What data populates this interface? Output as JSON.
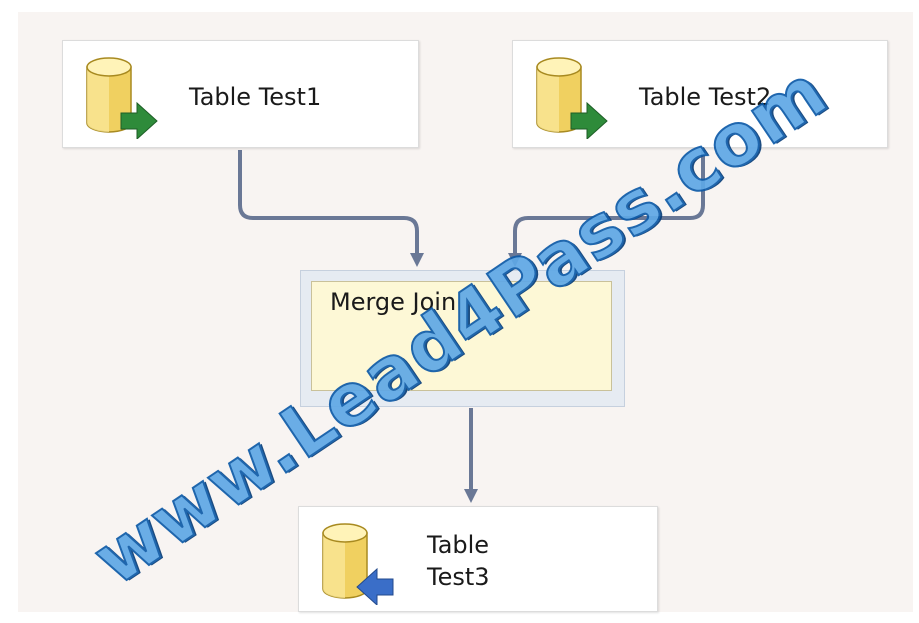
{
  "nodes": {
    "source1": {
      "label": "Table Test1",
      "icon": "database-source-icon"
    },
    "source2": {
      "label": "Table Test2",
      "icon": "database-source-icon"
    },
    "merge": {
      "label": "Merge Join"
    },
    "dest": {
      "label": "Table Test3",
      "icon": "database-destination-icon"
    }
  },
  "connections": [
    {
      "from": "source1",
      "to": "merge"
    },
    {
      "from": "source2",
      "to": "merge"
    },
    {
      "from": "merge",
      "to": "dest"
    }
  ],
  "watermark": {
    "text": "www.Lead4Pass.com"
  },
  "colors": {
    "canvas": "#f8f4f2",
    "connector": "#6a7896",
    "merge_fill": "#fdf8d6",
    "merge_frame": "#e6ebf2",
    "cylinder_fill": "#f0d060",
    "source_arrow": "#2e8b3a",
    "dest_arrow": "#3a6ec8",
    "watermark_fill": "#5fa8e6",
    "watermark_stroke": "#0d5aa8"
  }
}
